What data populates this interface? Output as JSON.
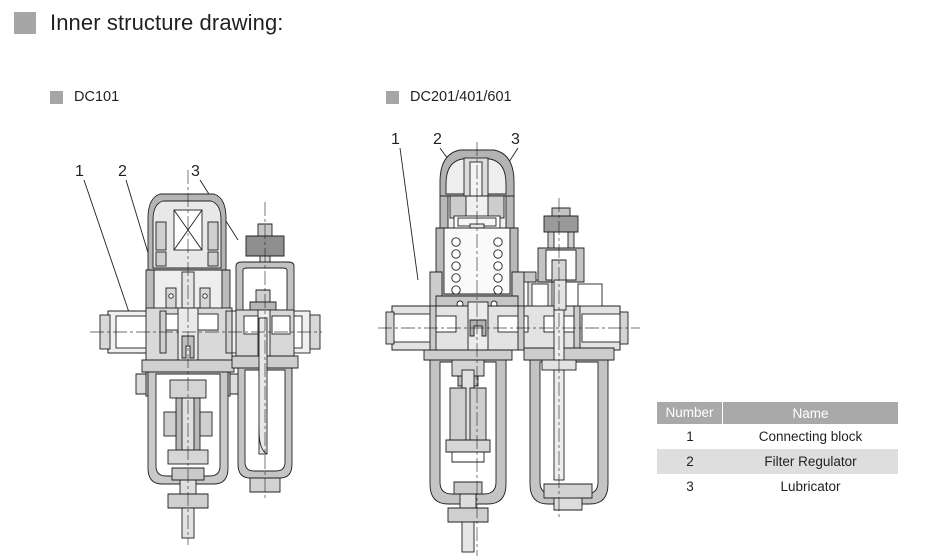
{
  "header": {
    "bullet": "square-bullet-icon",
    "title": "Inner structure drawing:"
  },
  "figures": [
    {
      "bullet": "square-bullet-icon",
      "label": "DC101",
      "callouts": [
        "1",
        "2",
        "3"
      ]
    },
    {
      "bullet": "square-bullet-icon",
      "label": "DC201/401/601",
      "callouts": [
        "1",
        "2",
        "3"
      ]
    }
  ],
  "legend_table": {
    "columns": [
      "Number",
      "Name"
    ],
    "rows": [
      {
        "number": "1",
        "name": "Connecting block"
      },
      {
        "number": "2",
        "name": "Filter Regulator"
      },
      {
        "number": "3",
        "name": "Lubricator"
      }
    ]
  },
  "colors": {
    "bullet_gray": "#a6a6a6",
    "table_header_gray": "#a9a9a9",
    "table_alt_row_gray": "#dedede",
    "text": "#231f20",
    "line": "#231f20",
    "fill_light": "#f2f2f2",
    "fill_mid": "#d9d9d9",
    "fill_dark": "#a6a6a6"
  }
}
